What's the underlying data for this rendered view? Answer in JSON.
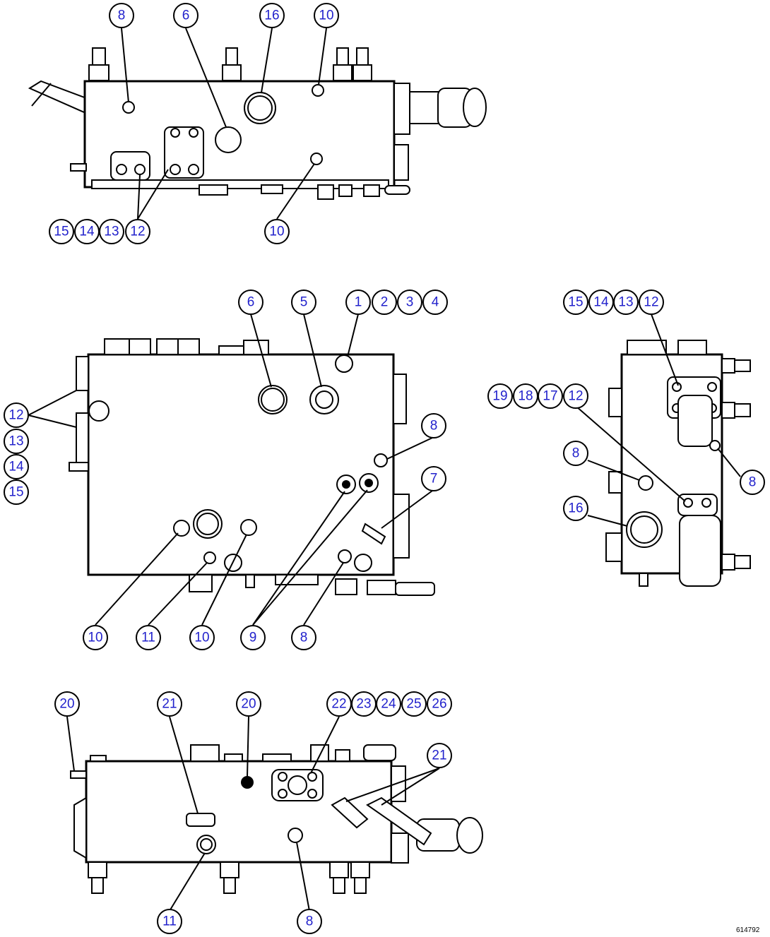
{
  "callouts": {
    "top": [
      "8",
      "6",
      "16",
      "10",
      "15",
      "14",
      "13",
      "12",
      "10"
    ],
    "middle": [
      "6",
      "5",
      "1",
      "2",
      "3",
      "4",
      "12",
      "13",
      "14",
      "15",
      "8",
      "7",
      "10",
      "11",
      "10",
      "9",
      "8"
    ],
    "right": [
      "15",
      "14",
      "13",
      "12",
      "19",
      "18",
      "17",
      "12",
      "8",
      "8",
      "16"
    ],
    "bottom": [
      "20",
      "21",
      "20",
      "22",
      "23",
      "24",
      "25",
      "26",
      "21",
      "11",
      "8"
    ]
  },
  "reference_code": "614792"
}
